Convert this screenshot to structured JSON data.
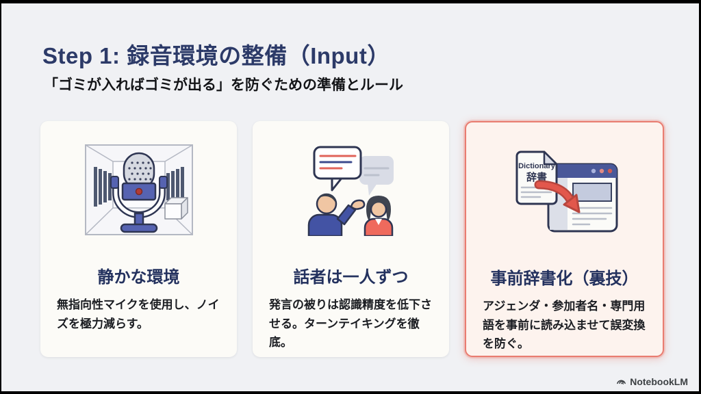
{
  "slide": {
    "title": "Step 1: 録音環境の整備（Input）",
    "subtitle": "「ゴミが入ればゴミが出る」を防ぐための準備とルール"
  },
  "cards": [
    {
      "icon": "microphone-in-soundproof-room",
      "title": "静かな環境",
      "body": "無指向性マイクを使用し、ノイズを極力減らす。",
      "highlighted": false
    },
    {
      "icon": "two-speakers-conversation",
      "title": "話者は一人ずつ",
      "body": "発言の被りは認識精度を低下させる。ターンテイキングを徹底。",
      "highlighted": false
    },
    {
      "icon": "dictionary-import-to-app",
      "title": "事前辞書化（裏技）",
      "body": "アジェンダ・参加者名・専門用語を事前に読み込ませて誤変換を防ぐ。",
      "highlighted": true
    }
  ],
  "illustration_labels": {
    "dictionary_en": "Dictionary",
    "dictionary_ja": "辞書"
  },
  "footer": {
    "brand": "NotebookLM"
  },
  "colors": {
    "background": "#f0f1f4",
    "title_navy": "#2c3a68",
    "card_bg": "#fcfbf7",
    "highlight_bg": "#fdf3ee",
    "highlight_border": "#e97c70",
    "illustration_indigo": "#5663b1",
    "illustration_coral": "#e2574c"
  }
}
